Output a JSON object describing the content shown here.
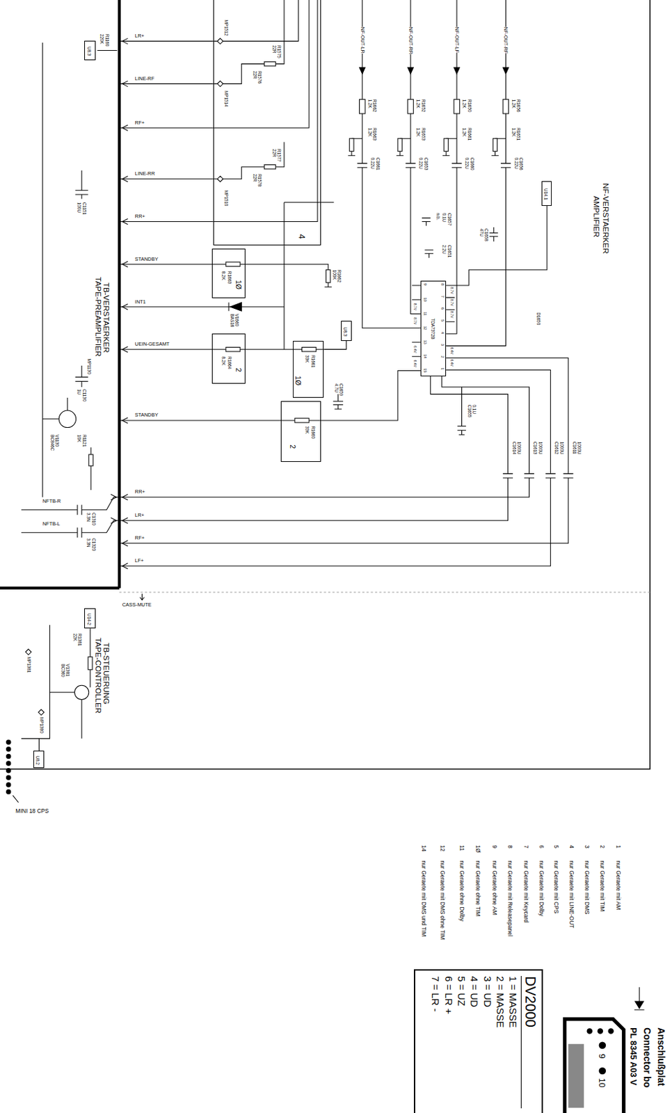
{
  "diagram": {
    "nodes": [
      {
        "text": [
          "4"
        ]
      },
      {
        "text": [
          "1Ø"
        ]
      },
      {
        "text": [
          "2"
        ]
      },
      {
        "text": [
          "1Ø"
        ]
      },
      {
        "text": [
          "2"
        ]
      },
      {
        "text": [
          "U14.1"
        ]
      },
      {
        "text": [
          "U8.3"
        ]
      },
      {
        "text": [
          "TDA7372B"
        ]
      },
      {
        "text": [
          "U8.3"
        ]
      },
      {
        "text": [
          "U14-2"
        ]
      },
      {
        "text": [
          "U8.2"
        ]
      },
      {
        "text": [
          "DV2000",
          "1 = MASSE",
          "2 = MASSE",
          "3 = UD",
          "4 = UD",
          "5 = UZ",
          "6 = LR +",
          "7 = LR -"
        ]
      }
    ],
    "edges": [
      {
        "from": 6,
        "to": 3,
        "arrow": "none"
      }
    ],
    "labels": [
      "NF-VERSTAERKER",
      "AMPLIFIER",
      "TB-VERSTAERKER",
      "TAPE-PREAMPLIFIER",
      "TB-STEUERUNG",
      "TAPE-CONTROLLER",
      "NF-OUT-LR",
      "NF-OUT-RR",
      "NF-OUT-LF",
      "NF-OUT-RF",
      "R1662",
      "1.2K",
      "R1652",
      "1.2K",
      "R1650",
      "1.2K",
      "R1656",
      "1.2K",
      "R1663",
      "1.2K",
      "R1653",
      "1.2K",
      "R1661",
      "1.2K",
      "R1651",
      "1.2K",
      "C1661",
      "0.22U",
      "C1653",
      "0.22U",
      "C1660",
      "0.22U",
      "C1656",
      "0.22U",
      "C1658",
      "47U",
      "C1657",
      "0.1U",
      "n.b.",
      "C1651",
      "2.2U",
      "D1650",
      "1",
      "2",
      "3",
      "4",
      "5",
      "6",
      "7",
      "8",
      "9",
      "10",
      "11",
      "12",
      "13",
      "14",
      "15",
      "6.4V",
      "6.4V",
      "8.7V",
      "8.7V",
      "8.7V",
      "8.7V",
      "8.7V",
      "6.4V",
      "6.4V",
      "C1614",
      "1000U",
      "C1613",
      "1000U",
      "C1612",
      "1000U",
      "C1611",
      "1000U",
      "C1655",
      "0.1U",
      "C1659",
      "4.7U",
      "R1662",
      "100K",
      "V1660",
      "BAS16",
      "R1663",
      "8.2K",
      "R1664",
      "8.2K",
      "R1661",
      "33K",
      "R1660",
      "33K",
      "MP1512",
      "MP1514",
      "MP1510",
      "R1576",
      "22R",
      "R1575",
      "22R",
      "R1578",
      "22R",
      "R1577",
      "22R",
      "R1160",
      "220K",
      "C1151",
      "100U",
      "C1130",
      "1U",
      "MP1130",
      "V1130",
      "BC846C",
      "R1121",
      "10K",
      "C1310",
      "3.3N",
      "C1320",
      "3.3N",
      "R1381",
      "22K",
      "V1381",
      "BC369",
      "MP1381",
      "MP1380",
      "CASS-MUTE",
      "MINI 18 CPS",
      "1",
      "nur Geraete mit AM",
      "2",
      "nur Geraete mit TIM",
      "3",
      "nur Geraete mit DMS",
      "4",
      "nur Geraete mit LINE-OUT",
      "5",
      "nur Geraete mit CPS",
      "6",
      "nur Geraete mit Dolby",
      "7",
      "nur Geraete mit Keycard",
      "8",
      "nur Geraete mit Releasepanel",
      "9",
      "nur Geraete ohne AM",
      "1Ø",
      "nur Geraete ohne TIM",
      "11",
      "nur Geraete ohne Dolby",
      "12",
      "nur Geraete mit DMS ohne TIM",
      "14",
      "nur Geraete mit DMS und TIM",
      "Anschlußplat",
      "Connector bo",
      "PL 8345 A03 V",
      "9",
      "10",
      "LR+",
      "LINE-RF",
      "RF+",
      "LINE-RR",
      "RR+",
      "STANDBY",
      "INT1",
      "UEIN-GESAMT",
      "STANDBY",
      "RR+",
      "LR+",
      "RF+",
      "LF+",
      "NFTB-R",
      "NFTB-L"
    ]
  }
}
